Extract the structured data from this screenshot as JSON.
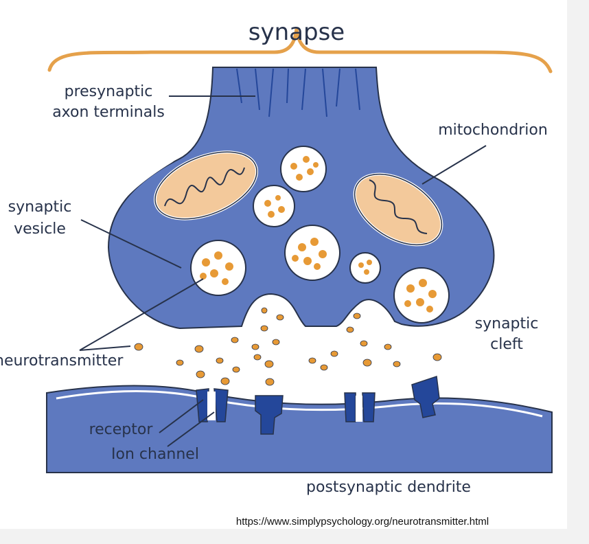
{
  "title": "synapse",
  "labels": {
    "presynaptic_line1": "presynaptic",
    "presynaptic_line2": "axon terminals",
    "mitochondrion": "mitochondrion",
    "vesicle_line1": "synaptic",
    "vesicle_line2": "vesicle",
    "neurotransmitter": "neurotransmitter",
    "cleft_line1": "synaptic",
    "cleft_line2": "cleft",
    "receptor": "receptor",
    "ion_channel": "Ion channel",
    "postsynaptic": "postsynaptic dendrite"
  },
  "source_url": "https://www.simplypsychology.org/neurotransmitter.html",
  "colors": {
    "membrane": "#5e79bf",
    "membrane_dark": "#24479a",
    "outline": "#27324a",
    "accent": "#e79a36",
    "mito_fill": "#f3c99b",
    "brace": "#e5a14b"
  }
}
